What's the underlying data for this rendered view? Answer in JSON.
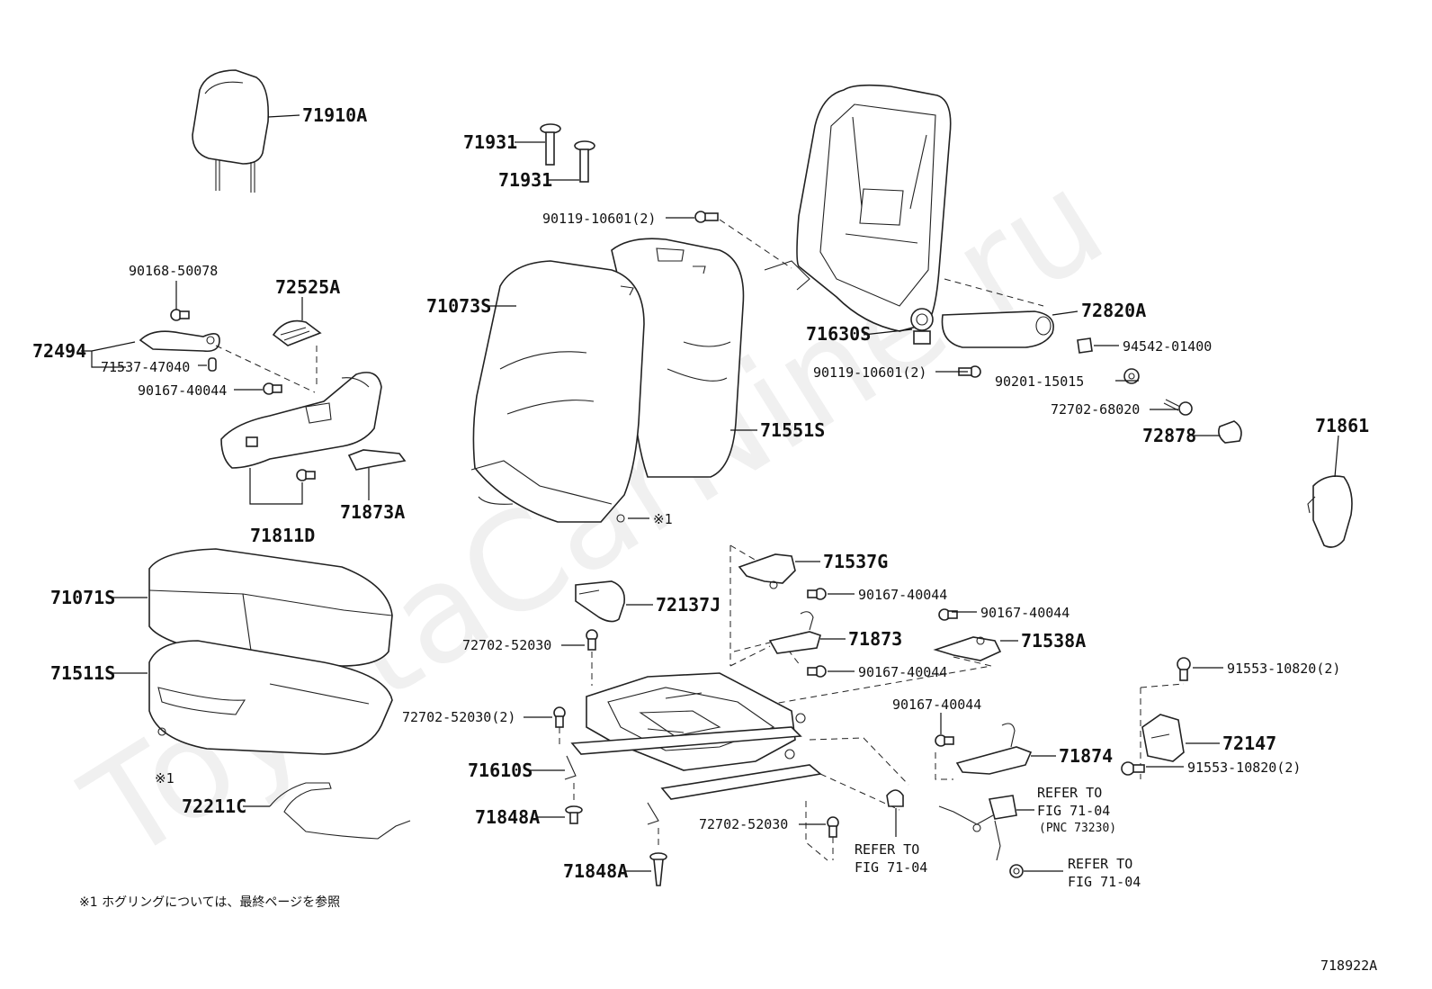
{
  "watermark": "ToyotaCarNine.ru",
  "diagram_code": "718922A",
  "footnote": "※1 ホグリングについては、最終ページを参照",
  "labels": {
    "p71910A": "71910A",
    "p71931a": "71931",
    "p71931b": "71931",
    "p90119a": "90119-10601(2)",
    "p90119b": "90119-10601(2)",
    "p90168": "90168-50078",
    "p72525A": "72525A",
    "p72494": "72494",
    "p71537_47040": "71537-47040",
    "p90167a": "90167-40044",
    "p71873A": "71873A",
    "p71811D": "71811D",
    "p71073S": "71073S",
    "p71551S": "71551S",
    "p71630S": "71630S",
    "p72820A": "72820A",
    "p94542": "94542-01400",
    "p90201": "90201-15015",
    "p72702_68020": "72702-68020",
    "p72878": "72878",
    "p71861": "71861",
    "mark1": "※1",
    "mark1b": "※1",
    "p71071S": "71071S",
    "p71511S": "71511S",
    "p72211C": "72211C",
    "p71537G": "71537G",
    "p90167b": "90167-40044",
    "p72137J": "72137J",
    "p90167c": "90167-40044",
    "p72702_52030a": "72702-52030",
    "p71873": "71873",
    "p71538A": "71538A",
    "p90167d": "90167-40044",
    "p91553a": "91553-10820(2)",
    "p72702_52030b": "72702-52030(2)",
    "p90167e": "90167-40044",
    "p72147": "72147",
    "p71874": "71874",
    "p91553b": "91553-10820(2)",
    "p71610S": "71610S",
    "refer1a": "REFER TO",
    "refer1b": "FIG 71-04",
    "refer1c": "(PNC 73230)",
    "p71848Aa": "71848A",
    "p72702_52030c": "72702-52030",
    "refer2a": "REFER TO",
    "refer2b": "FIG 71-04",
    "refer3a": "REFER TO",
    "refer3b": "FIG 71-04",
    "p71848Ab": "71848A"
  }
}
